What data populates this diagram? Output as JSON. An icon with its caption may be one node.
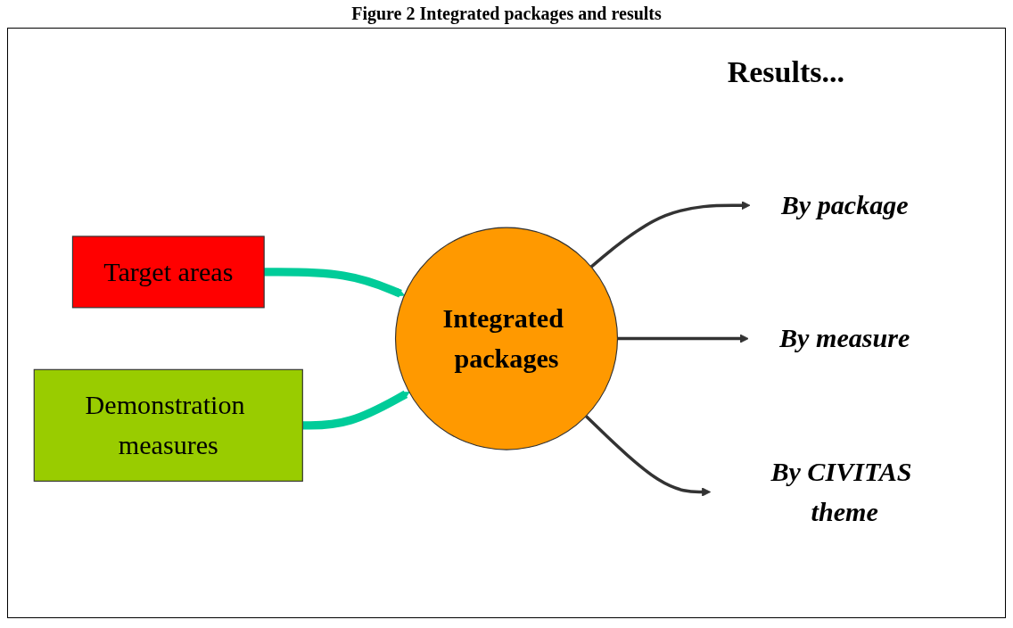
{
  "diagram": {
    "title": "Figure 2 Integrated packages and results",
    "nodes": [
      {
        "text": [
          "Target areas"
        ]
      },
      {
        "text": [
          "Demonstration measures"
        ]
      },
      {
        "text": [
          "Integrated packages"
        ]
      },
      {
        "text": [
          "By package"
        ]
      },
      {
        "text": [
          "By measure"
        ]
      },
      {
        "text": [
          "By CIVITAS theme"
        ]
      }
    ],
    "edges": [
      {
        "from": 0,
        "to": 2,
        "arrow": "to",
        "style": "thick",
        "color": "#00cc99"
      },
      {
        "from": 1,
        "to": 2,
        "arrow": "to",
        "style": "thick",
        "color": "#00cc99"
      },
      {
        "from": 2,
        "to": 3,
        "arrow": "to"
      },
      {
        "from": 2,
        "to": 4,
        "arrow": "to"
      },
      {
        "from": 2,
        "to": 5,
        "arrow": "to"
      }
    ],
    "labels": [
      "Results..."
    ]
  }
}
